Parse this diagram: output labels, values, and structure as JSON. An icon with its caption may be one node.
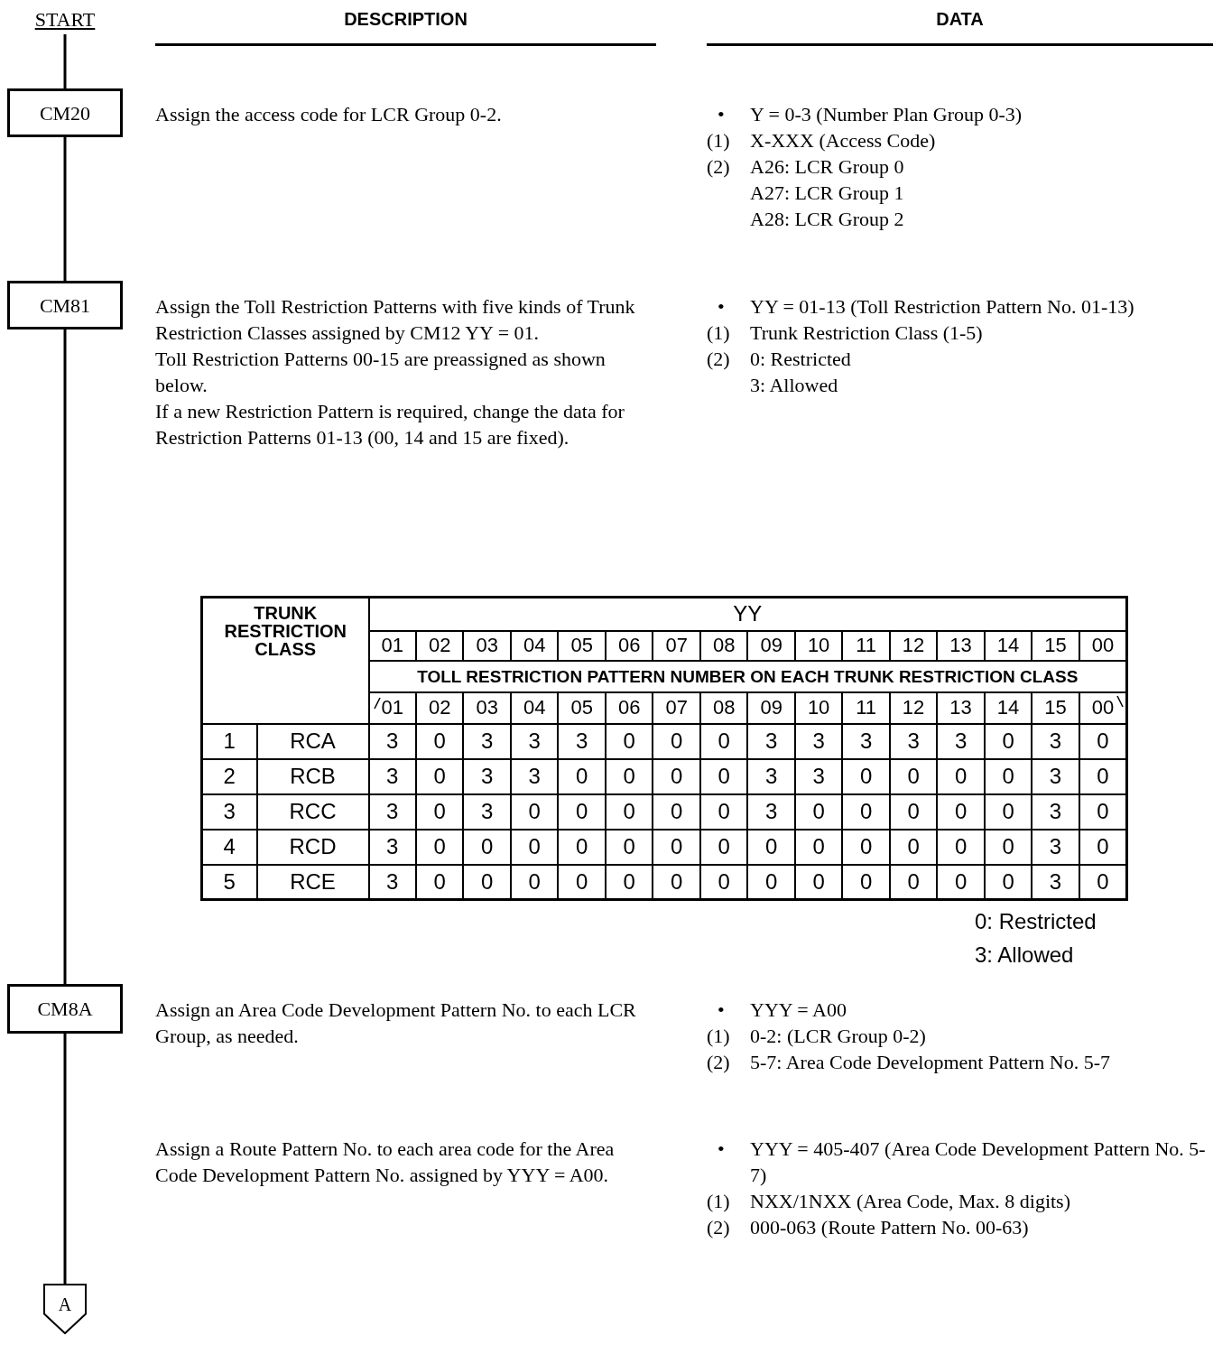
{
  "diagram": {
    "nodes": [
      {
        "text": [
          "START"
        ]
      },
      {
        "text": [
          "CM20"
        ]
      },
      {
        "text": [
          "CM81"
        ]
      },
      {
        "text": [
          "CM8A"
        ]
      },
      {
        "text": [
          "A"
        ]
      }
    ],
    "edges": [
      {
        "from": 0,
        "to": 1,
        "arrow": "none"
      },
      {
        "from": 1,
        "to": 2,
        "arrow": "none"
      },
      {
        "from": 2,
        "to": 3,
        "arrow": "none"
      },
      {
        "from": 3,
        "to": 4,
        "arrow": "none"
      }
    ],
    "labels": [
      "DESCRIPTION",
      "DATA",
      "Assign the access code for LCR Group 0-2.",
      "•",
      "Y = 0-3 (Number Plan Group 0-3)",
      "(1)",
      "X-XXX (Access Code)",
      "(2)",
      "A26: LCR Group 0",
      "A27: LCR Group 1",
      "A28: LCR Group 2",
      "Assign the Toll Restriction Patterns with five kinds of Trunk Restriction Classes assigned by CM12 YY = 01.",
      "Toll Restriction Patterns 00-15 are preassigned as shown below.",
      "If a new Restriction Pattern is required, change the data for Restriction Patterns 01-13 (00, 14 and 15 are fixed).",
      "•",
      "YY = 01-13 (Toll Restriction Pattern No. 01-13)",
      "(1)",
      "Trunk Restriction Class (1-5)",
      "(2)",
      "0: Restricted",
      "3: Allowed",
      "TRUNK RESTRICTION CLASS",
      "YY",
      "01",
      "02",
      "03",
      "04",
      "05",
      "06",
      "07",
      "08",
      "09",
      "10",
      "11",
      "12",
      "13",
      "14",
      "15",
      "00",
      "TOLL RESTRICTION PATTERN NUMBER ON EACH TRUNK RESTRICTION CLASS",
      "01",
      "02",
      "03",
      "04",
      "05",
      "06",
      "07",
      "08",
      "09",
      "10",
      "11",
      "12",
      "13",
      "14",
      "15",
      "00",
      "1",
      "RCA",
      "3",
      "0",
      "3",
      "3",
      "3",
      "0",
      "0",
      "0",
      "3",
      "3",
      "3",
      "3",
      "3",
      "0",
      "3",
      "0",
      "2",
      "RCB",
      "3",
      "0",
      "3",
      "3",
      "0",
      "0",
      "0",
      "0",
      "3",
      "3",
      "0",
      "0",
      "0",
      "0",
      "3",
      "0",
      "3",
      "RCC",
      "3",
      "0",
      "3",
      "0",
      "0",
      "0",
      "0",
      "0",
      "3",
      "0",
      "0",
      "0",
      "0",
      "0",
      "3",
      "0",
      "4",
      "RCD",
      "3",
      "0",
      "0",
      "0",
      "0",
      "0",
      "0",
      "0",
      "0",
      "0",
      "0",
      "0",
      "0",
      "0",
      "3",
      "0",
      "5",
      "RCE",
      "3",
      "0",
      "0",
      "0",
      "0",
      "0",
      "0",
      "0",
      "0",
      "0",
      "0",
      "0",
      "0",
      "0",
      "3",
      "0",
      "0: Restricted",
      "3: Allowed",
      "Assign an Area Code Development Pattern No. to each LCR Group, as needed.",
      "•",
      "YYY = A00",
      "(1)",
      "0-2: (LCR Group 0-2)",
      "(2)",
      "5-7: Area Code Development Pattern No. 5-7",
      "Assign a Route Pattern No. to each area code for the Area Code Development Pattern No. assigned by YYY = A00.",
      "•",
      "YYY = 405-407 (Area Code Development Pattern No. 5-7)",
      "(1)",
      "NXX/1NXX (Area Code, Max. 8 digits)",
      "(2)",
      "000-063 (Route Pattern No. 00-63)"
    ]
  }
}
